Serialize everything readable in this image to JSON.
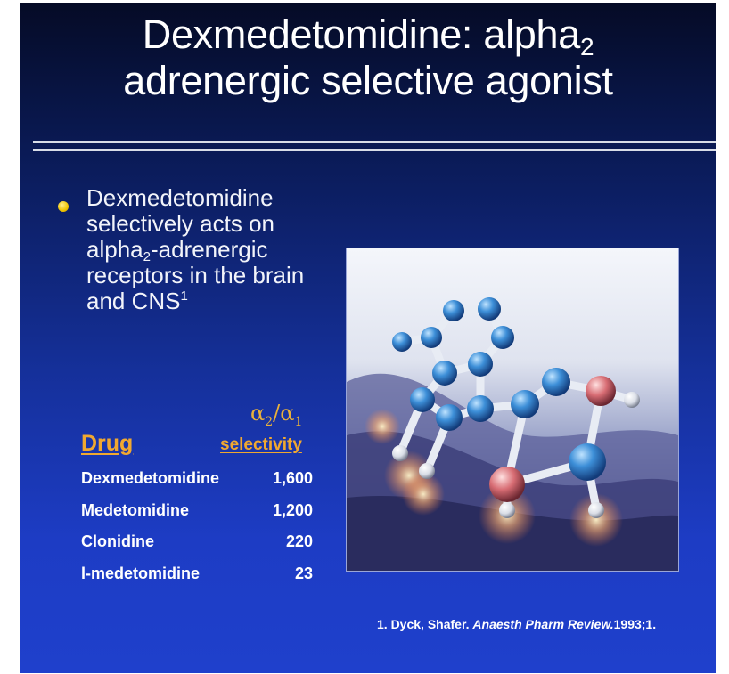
{
  "title": {
    "line1_before": "Dexmedetomidine: alpha",
    "line1_sub": "2",
    "line2": "adrenergic selective agonist"
  },
  "bullet": {
    "line1": "Dexmedetomidine",
    "line2": "selectively acts on",
    "line3_before": "alpha",
    "line3_sub": "2",
    "line3_after": "-adrenergic",
    "line4": "receptors in the brain",
    "line5_before": "and CNS",
    "line5_sup": "1"
  },
  "table": {
    "ratio": {
      "a": "α",
      "a_sub": "2",
      "slash": "/",
      "b": "α",
      "b_sub": "1"
    },
    "header_drug": "Drug",
    "header_selectivity": "selectivity",
    "rows": [
      {
        "drug": "Dexmedetomidine",
        "value": "1,600"
      },
      {
        "drug": "Medetomidine",
        "value": "1,200"
      },
      {
        "drug": "Clonidine",
        "value": "220"
      },
      {
        "drug": "l-medetomidine",
        "value": "23"
      }
    ]
  },
  "reference": {
    "prefix": "1.  Dyck, Shafer. ",
    "journal": "Anaesth Pharm Review.",
    "suffix": "1993;1."
  },
  "image": {
    "icon": "molecule-model-icon"
  },
  "colors": {
    "background_top": "#050b26",
    "background_bottom": "#1f40cc",
    "accent": "#f0a830",
    "bullet": "#f0c400",
    "text": "#ffffff"
  }
}
